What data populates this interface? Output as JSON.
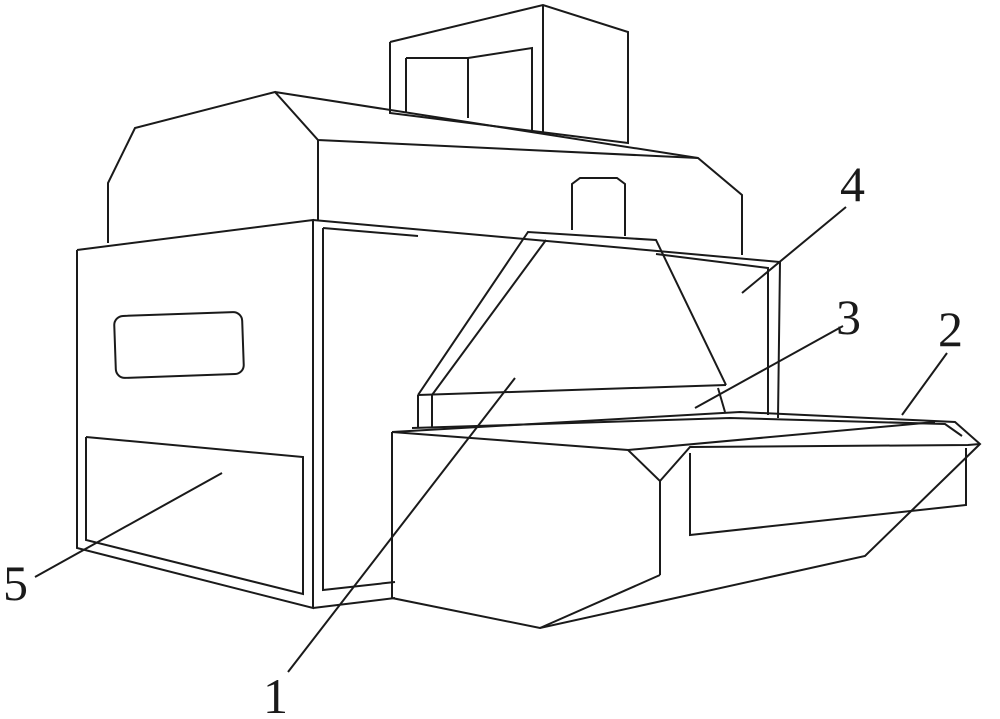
{
  "figure": {
    "stroke_color": "#1a1a1a",
    "background": "#ffffff",
    "callouts": [
      {
        "id": "1",
        "text": "1"
      },
      {
        "id": "2",
        "text": "2"
      },
      {
        "id": "3",
        "text": "3"
      },
      {
        "id": "4",
        "text": "4"
      },
      {
        "id": "5",
        "text": "5"
      }
    ]
  }
}
